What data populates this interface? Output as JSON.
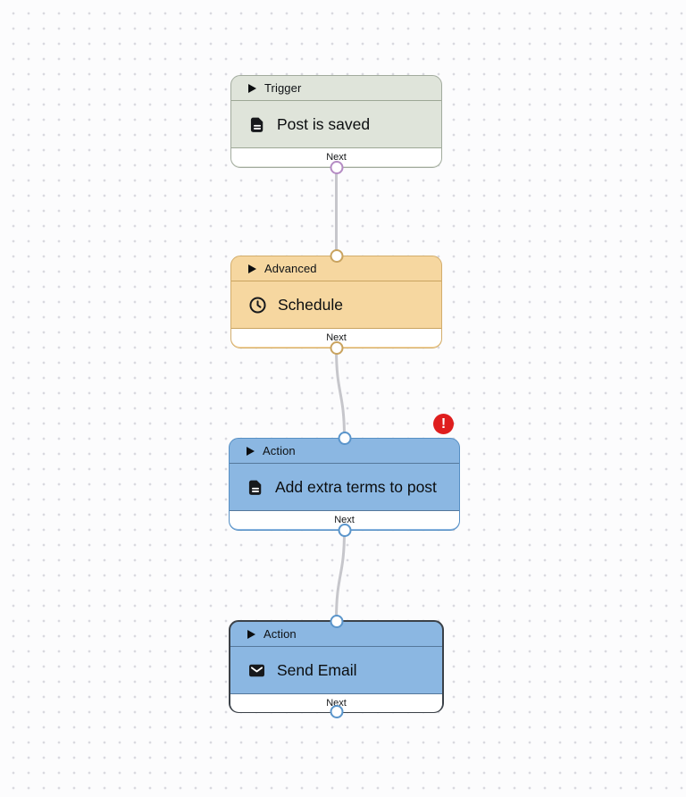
{
  "canvas": {
    "background_color": "#fcfcfd",
    "dot_color": "#d9d9df",
    "connector_color": "#c6c6cb"
  },
  "error_badge": {
    "color": "#df1e1e"
  },
  "nodes": [
    {
      "category": "Trigger",
      "title": "Post is saved",
      "icon": "document-icon",
      "footer_label": "Next",
      "has_error": false,
      "selected": false,
      "colors": {
        "fill": "#dfe4da",
        "border": "#a2ab9e",
        "divider": "#9da896",
        "port": "#b58cc4"
      }
    },
    {
      "category": "Advanced",
      "title": "Schedule",
      "icon": "clock-icon",
      "footer_label": "Next",
      "has_error": false,
      "selected": false,
      "colors": {
        "fill": "#f6d7a0",
        "border": "#d2ad6c",
        "divider": "#c9a35f",
        "port": "#c9a35f"
      }
    },
    {
      "category": "Action",
      "title": "Add extra terms to post",
      "icon": "document-icon",
      "footer_label": "Next",
      "has_error": true,
      "error_badge": "!",
      "selected": false,
      "colors": {
        "fill": "#8bb7e2",
        "border": "#568fc4",
        "divider": "#55789b",
        "port": "#5a95cb"
      }
    },
    {
      "category": "Action",
      "title": "Send Email",
      "icon": "envelope-icon",
      "footer_label": "Next",
      "has_error": false,
      "selected": true,
      "colors": {
        "fill": "#8bb7e2",
        "border": "#3b4148",
        "divider": "#55789b",
        "port": "#5a95cb"
      }
    }
  ]
}
